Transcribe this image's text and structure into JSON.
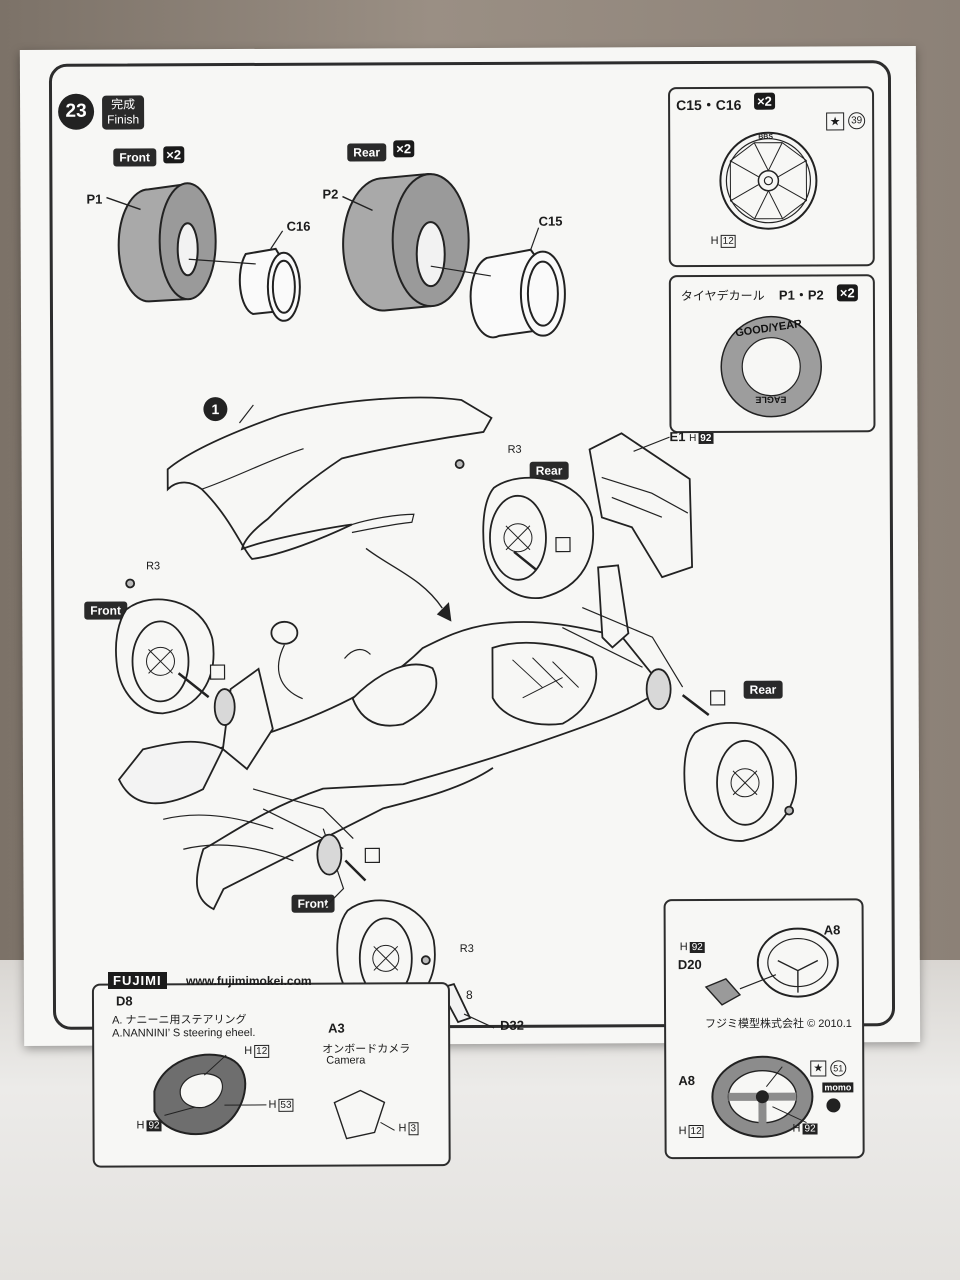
{
  "step": {
    "number": "23",
    "title_ja": "完成",
    "title_en": "Finish"
  },
  "tires_top": {
    "front_badge": "Front",
    "front_qty": "×2",
    "rear_badge": "Rear",
    "rear_qty": "×2",
    "parts": [
      "P1",
      "C16",
      "P2",
      "C15"
    ]
  },
  "wheel_panel": {
    "title": "C15・C16",
    "qty": "×2",
    "decal_no": "39",
    "paint": "H",
    "paint_no": "12",
    "rim_text": "BBS"
  },
  "decal_panel": {
    "title": "タイヤデカール",
    "parts": "P1・P2",
    "qty": "×2",
    "brand_top": "GOOD/YEAR",
    "brand_bottom": "EAGLE"
  },
  "assembly": {
    "step_ref": "1",
    "wing_part": "E1",
    "wing_paint": "H",
    "wing_paint_no": "92",
    "nut": "R3",
    "rear_label": "Rear",
    "front_label": "Front",
    "spinner": "D32"
  },
  "steering_panel": {
    "part_a": "A8",
    "part_d": "D20",
    "paint": "H",
    "paint_no": "92",
    "part_a2": "A8",
    "decal_no": "51",
    "logo": "momo",
    "paint2_no": "12",
    "paint3_no": "92"
  },
  "bottom_panel": {
    "d8_title": "D8",
    "d8_line1": "A. ナニーニ用ステアリング",
    "d8_line2": "A.NANNINI’ S steering eheel.",
    "d8_paint1": "12",
    "d8_paint2": "53",
    "d8_paint3": "92",
    "a3_title": "A3",
    "a3_line1": "オンボードカメラ",
    "a3_line2": "Camera",
    "a3_paint": "3"
  },
  "footer": {
    "logo": "FUJIMI",
    "url": "www.fujimimokei.com",
    "page": "8",
    "company": "フジミ模型株式会社",
    "copyright": "©",
    "date": "2010.1"
  }
}
